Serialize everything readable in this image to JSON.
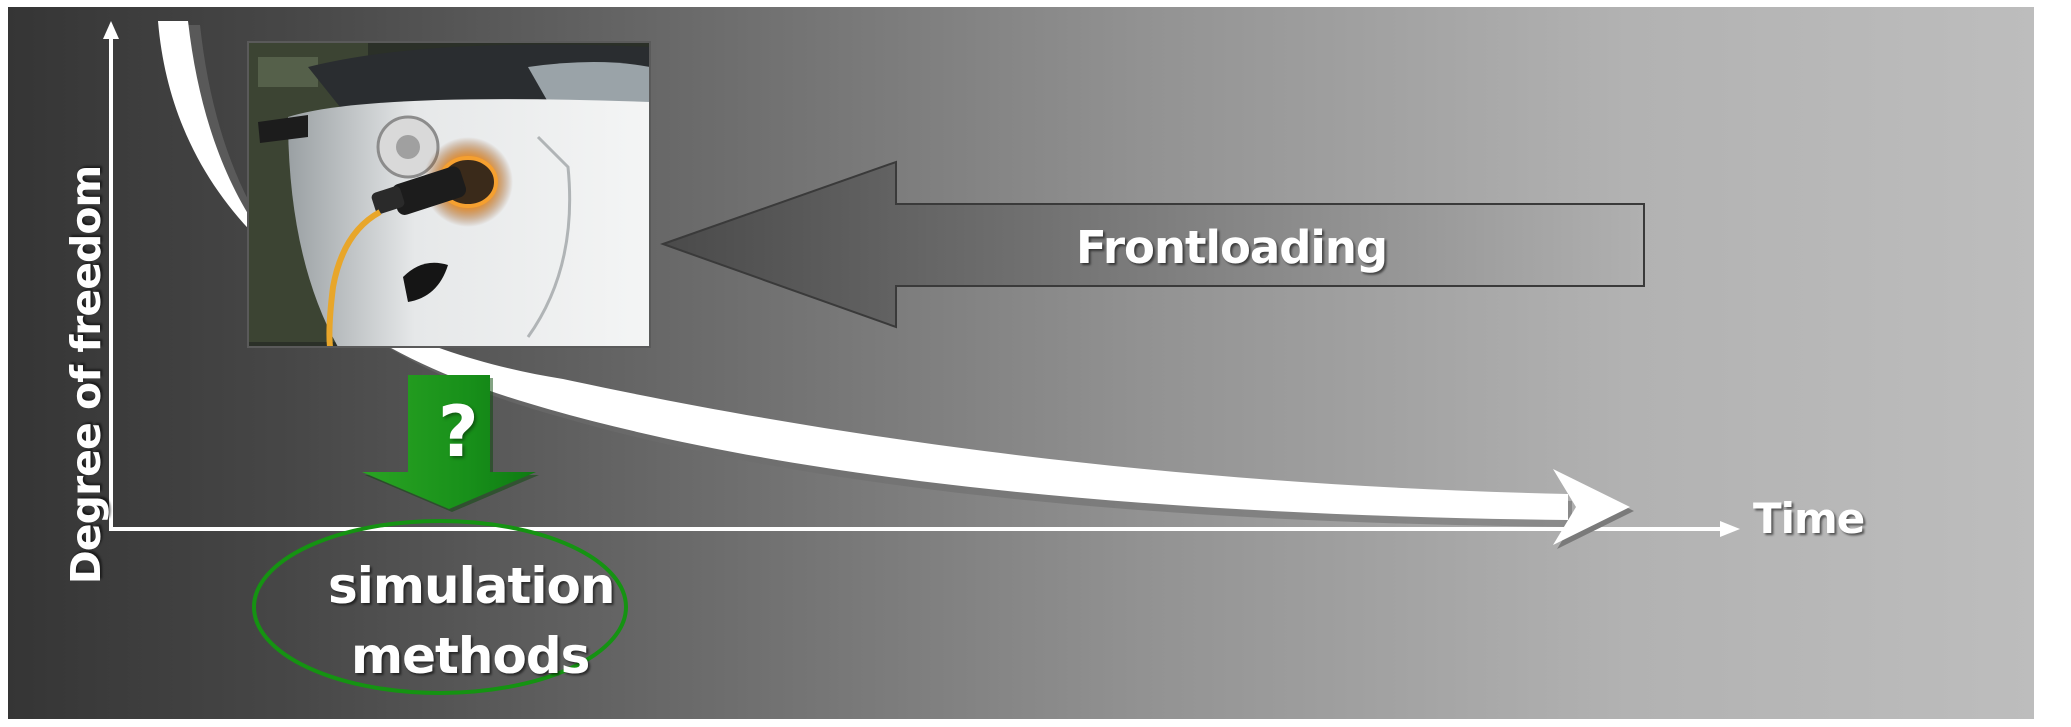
{
  "diagram": {
    "y_axis_label": "Degree of freedom",
    "x_axis_label": "Time",
    "arrow_label": "Frontloading",
    "question_mark": "?",
    "bubble": {
      "line1": "simulation",
      "line2": "methods"
    }
  },
  "colors": {
    "background_dark": "#353535",
    "background_light": "#bdbdbd",
    "curve": "#ffffff",
    "arrow_green": "#1e9a1a",
    "ellipse_green": "#159312"
  },
  "photo": {
    "subject": "electric car charging plug inserted in white car charging port"
  }
}
